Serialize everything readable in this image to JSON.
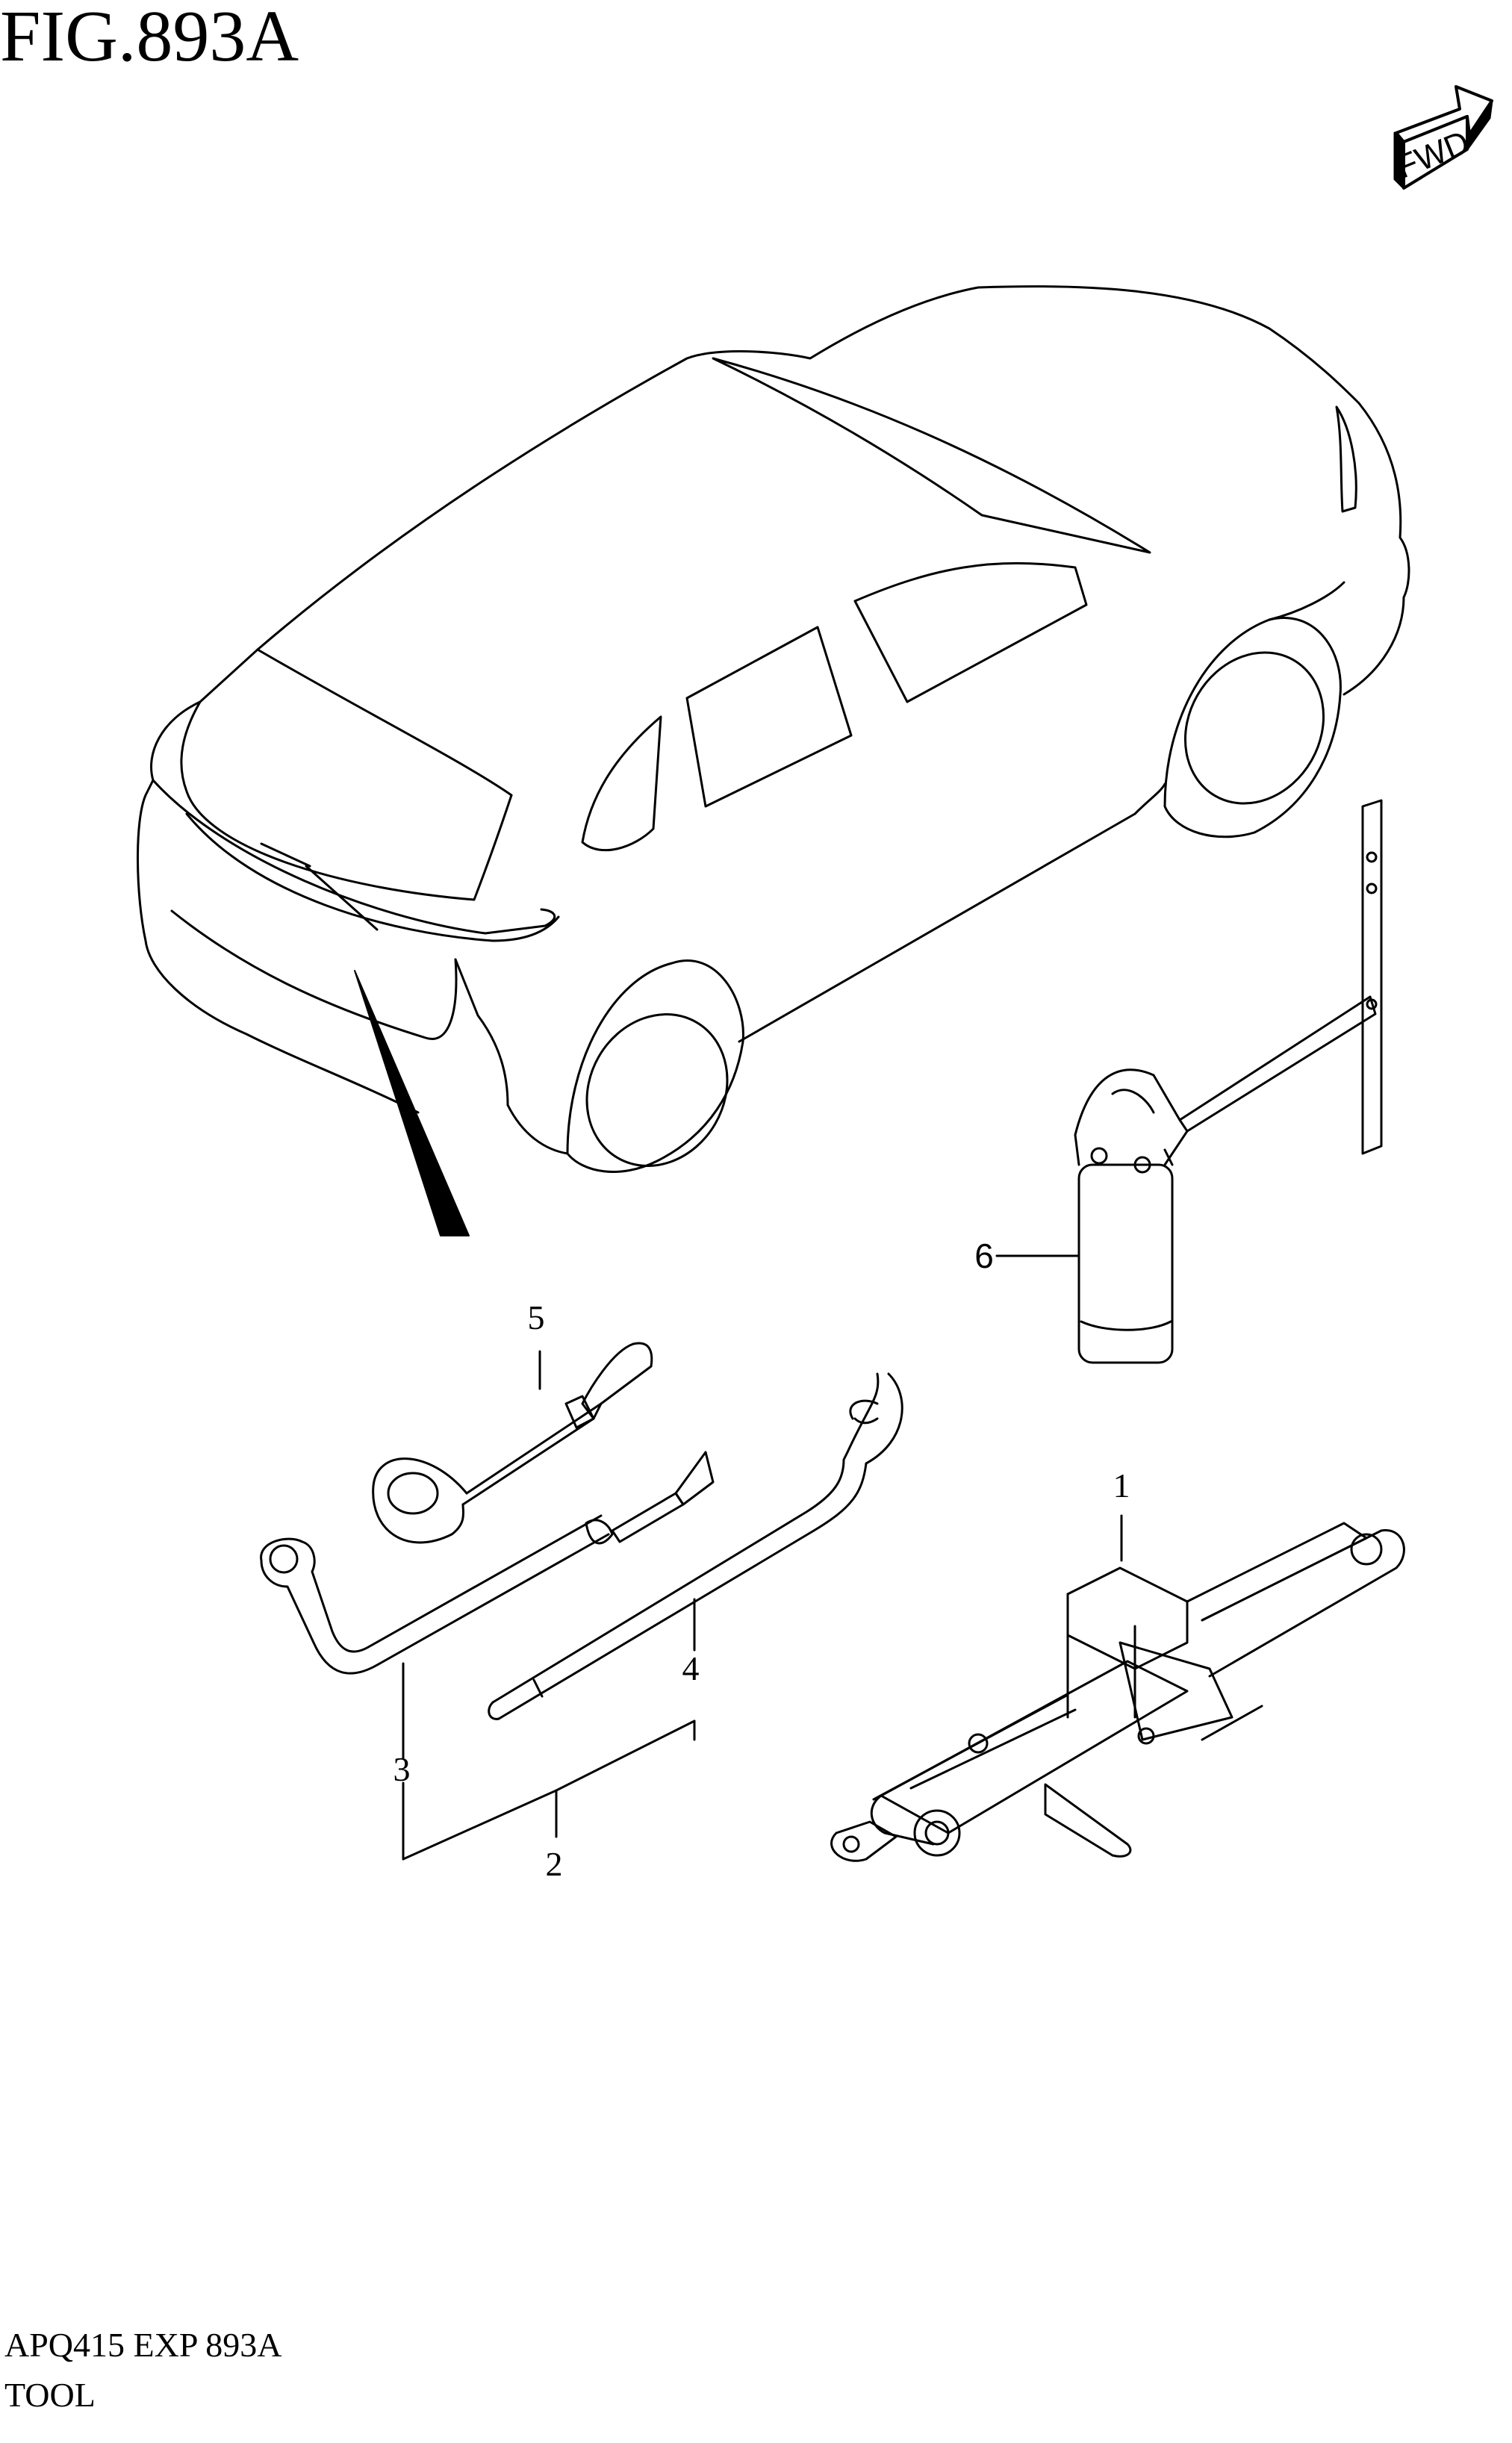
{
  "figure": {
    "title": "FIG.893A"
  },
  "fwd_badge": {
    "label": "FWD",
    "icon": "forward-arrow-icon"
  },
  "callouts": [
    {
      "id": "1",
      "label": "1"
    },
    {
      "id": "2",
      "label": "2"
    },
    {
      "id": "3",
      "label": "3"
    },
    {
      "id": "4",
      "label": "4"
    },
    {
      "id": "5",
      "label": "5"
    },
    {
      "id": "6",
      "label": "6"
    }
  ],
  "footer": {
    "code": "APQ415 EXP 893A",
    "name": "TOOL"
  },
  "colors": {
    "line": "#000000",
    "background": "#ffffff"
  }
}
